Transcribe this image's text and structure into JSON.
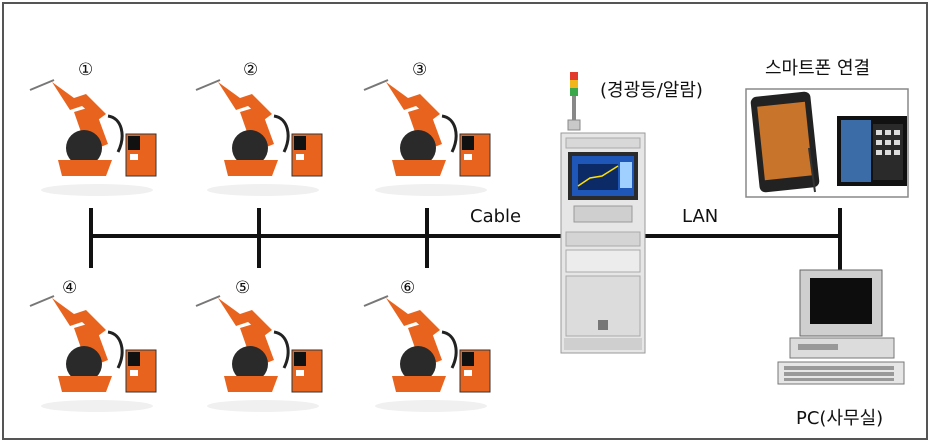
{
  "robots": [
    {
      "label": "①"
    },
    {
      "label": "②"
    },
    {
      "label": "③"
    },
    {
      "label": "④"
    },
    {
      "label": "⑤"
    },
    {
      "label": "⑥"
    }
  ],
  "labels": {
    "warning_light": "(경광등/알람)",
    "smartphone": "스마트폰 연결",
    "cable": "Cable",
    "lan": "LAN",
    "pc": "PC(사무실)"
  },
  "colors": {
    "robot_orange": "#e8641e",
    "line": "#111111",
    "frame": "#555555"
  }
}
